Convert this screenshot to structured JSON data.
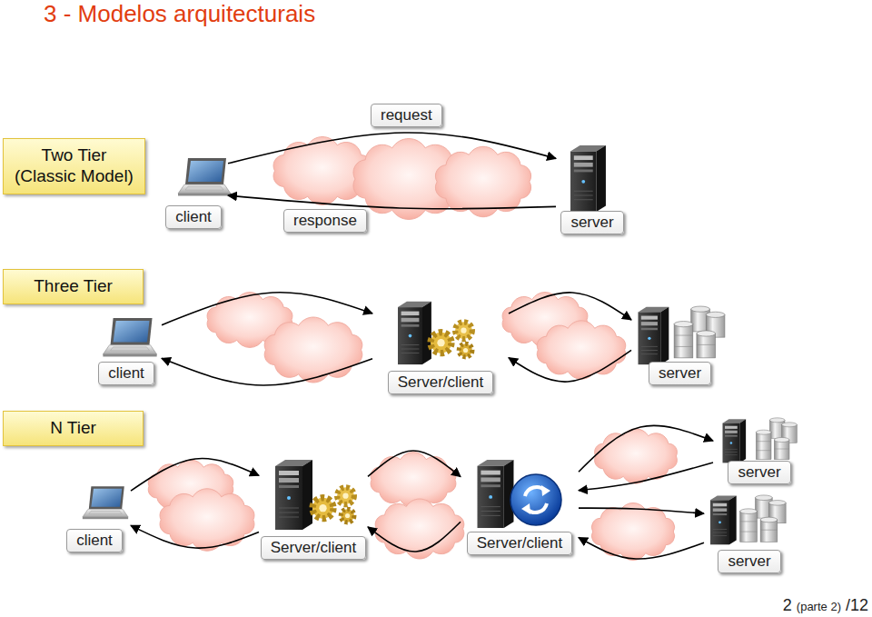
{
  "diagram": {
    "title": "3 - Modelos arquitecturais",
    "nodes": [
      {
        "text": [
          "Two Tier (Classic Model)"
        ]
      },
      {
        "text": [
          "client"
        ]
      },
      {
        "text": [
          "server"
        ]
      },
      {
        "text": [
          "Three Tier"
        ]
      },
      {
        "text": [
          "client"
        ]
      },
      {
        "text": [
          "Server/client"
        ]
      },
      {
        "text": [
          "server"
        ]
      },
      {
        "text": [
          "N Tier"
        ]
      },
      {
        "text": [
          "client"
        ]
      },
      {
        "text": [
          "Server/client"
        ]
      },
      {
        "text": [
          "Server/client"
        ]
      },
      {
        "text": [
          "server"
        ]
      },
      {
        "text": [
          "server"
        ]
      }
    ],
    "edges": [
      {
        "from": 1,
        "to": 2,
        "arrow": "to",
        "label": "request"
      },
      {
        "from": 2,
        "to": 1,
        "arrow": "to",
        "label": "response"
      },
      {
        "from": 4,
        "to": 5,
        "arrow": "to"
      },
      {
        "from": 5,
        "to": 4,
        "arrow": "to"
      },
      {
        "from": 5,
        "to": 6,
        "arrow": "to"
      },
      {
        "from": 6,
        "to": 5,
        "arrow": "to"
      },
      {
        "from": 8,
        "to": 9,
        "arrow": "to"
      },
      {
        "from": 9,
        "to": 8,
        "arrow": "to"
      },
      {
        "from": 9,
        "to": 10,
        "arrow": "to"
      },
      {
        "from": 10,
        "to": 9,
        "arrow": "to"
      },
      {
        "from": 10,
        "to": 11,
        "arrow": "to"
      },
      {
        "from": 11,
        "to": 10,
        "arrow": "to"
      },
      {
        "from": 10,
        "to": 12,
        "arrow": "to"
      },
      {
        "from": 12,
        "to": 10,
        "arrow": "to"
      }
    ],
    "labels": [
      "2",
      "(parte 2)",
      "/12"
    ]
  }
}
